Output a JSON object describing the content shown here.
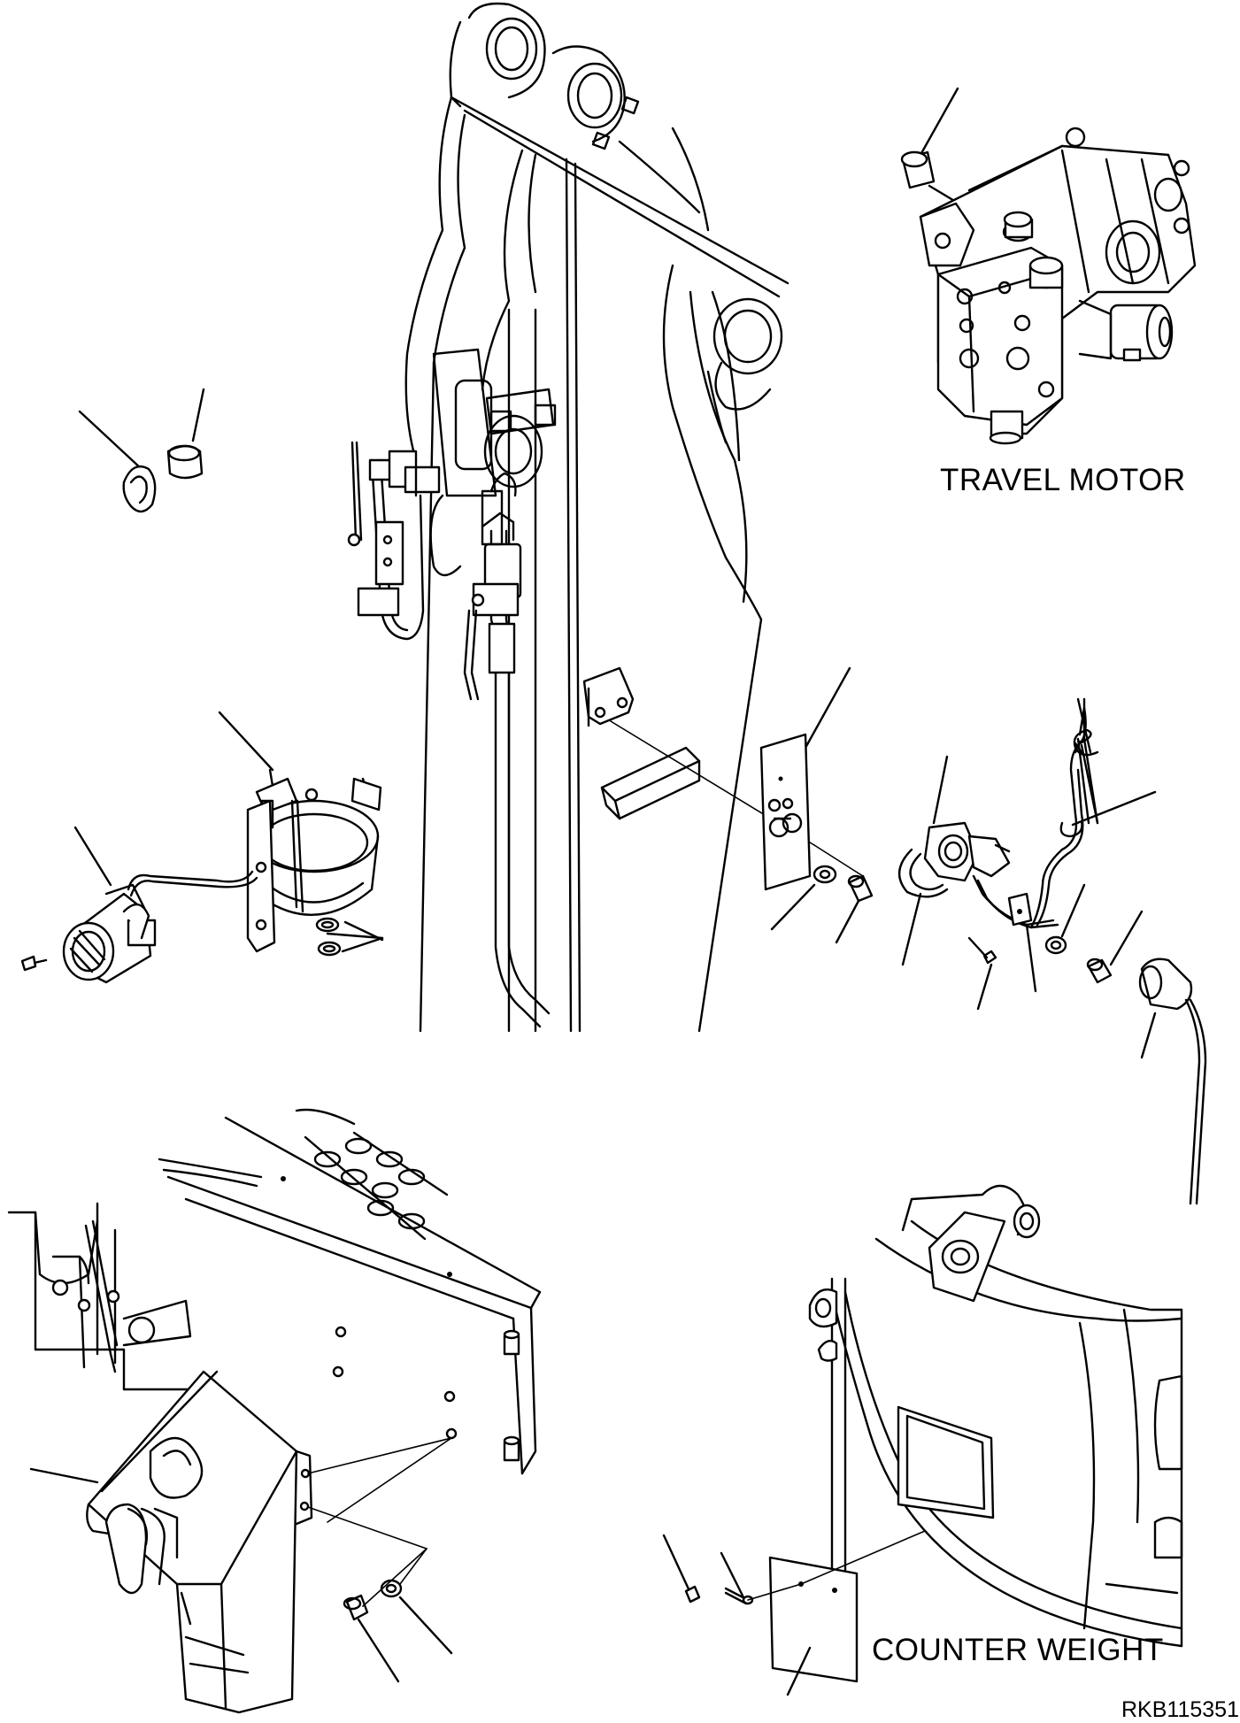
{
  "labels": {
    "travel_motor": "TRAVEL MOTOR",
    "counter_weight": "COUNTER WEIGHT",
    "drawing_code": "RKB115351"
  },
  "icons": {
    "boom": "boom-arm-drawing",
    "travel_motor": "travel-motor-drawing",
    "counterweight": "counterweight-drawing",
    "frame": "undercarriage-frame-drawing",
    "lamp": "work-lamp-icon",
    "guard": "lamp-guard-icon"
  },
  "colors": {
    "line": "#000000",
    "background": "#ffffff"
  }
}
